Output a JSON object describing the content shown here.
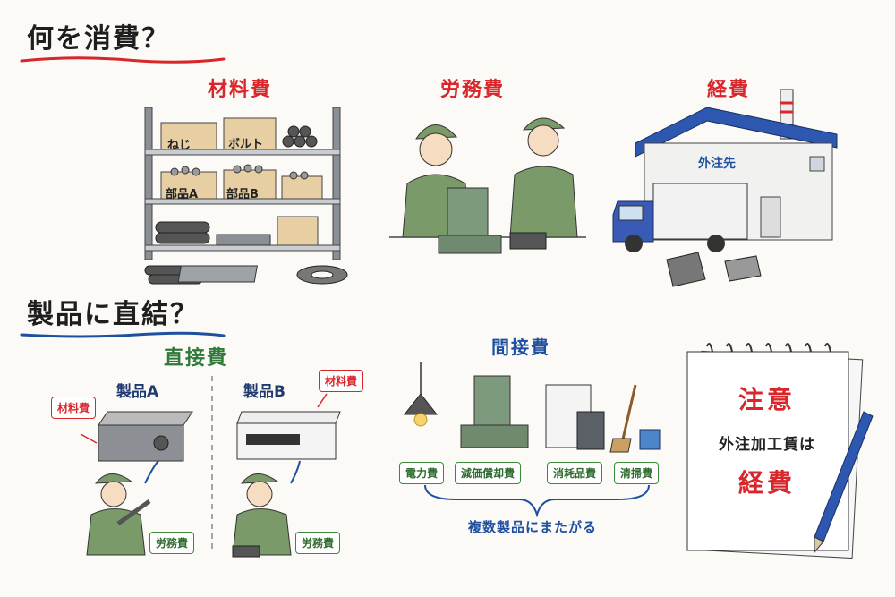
{
  "q1": {
    "title": "何を消費？"
  },
  "cost_types": {
    "material": {
      "label": "材料費",
      "boxes": [
        "ねじ",
        "ボルト",
        "部品A",
        "部品B"
      ]
    },
    "labor": {
      "label": "労務費"
    },
    "expense": {
      "label": "経費",
      "building_sign": "外注先"
    }
  },
  "q2": {
    "title": "製品に直結？"
  },
  "direct": {
    "title": "直接費",
    "product_a": {
      "label": "製品A",
      "material_tag": "材料費",
      "labor_tag": "労務費"
    },
    "product_b": {
      "label": "製品B",
      "material_tag": "材料費",
      "labor_tag": "労務費"
    }
  },
  "indirect": {
    "title": "間接費",
    "items": [
      "電力費",
      "減価償却費",
      "消耗品費",
      "清掃費"
    ],
    "caption": "複数製品にまたがる"
  },
  "note": {
    "title": "注意",
    "body": "外注加工賃は",
    "answer": "経費"
  },
  "colors": {
    "red": "#d8262a",
    "green": "#2f7a3a",
    "blue": "#1e4fa0",
    "worker": "#7a9a6a"
  }
}
